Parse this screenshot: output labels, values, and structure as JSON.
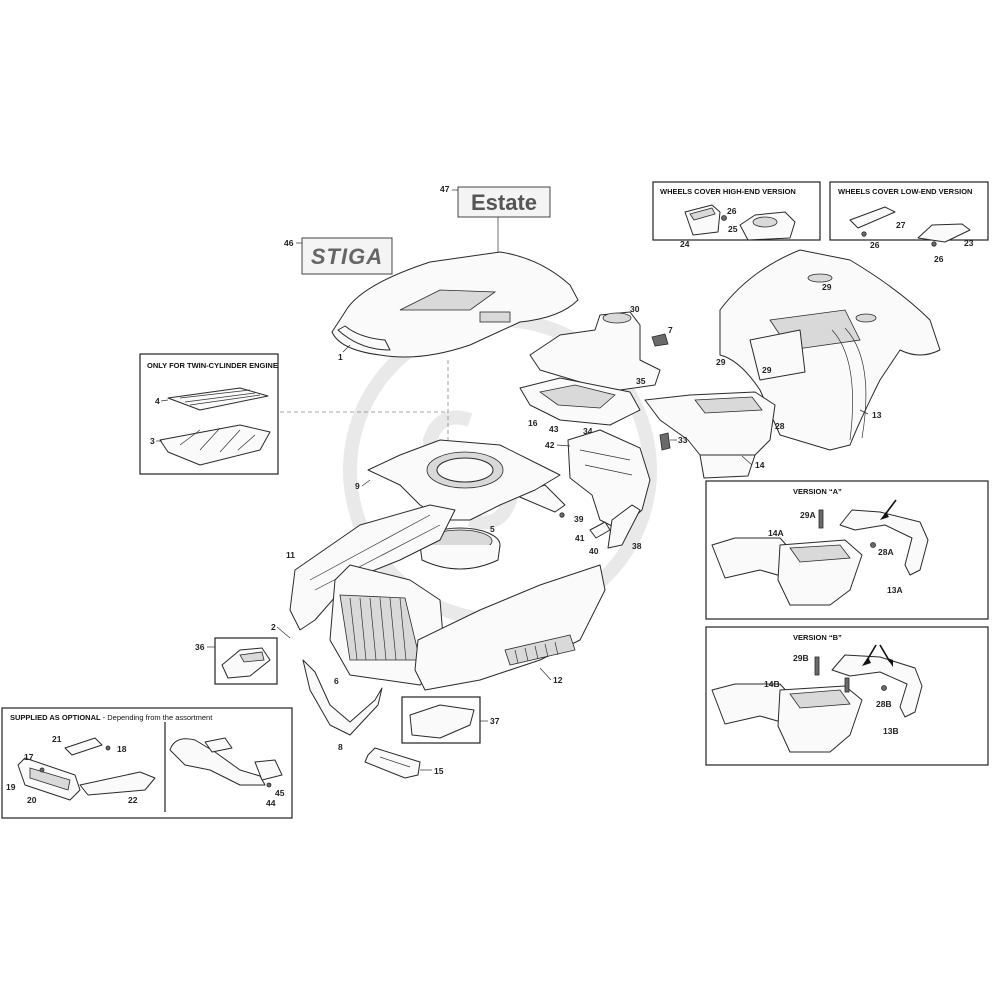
{
  "brand": {
    "logo_text": "STIGA",
    "model_badge": "Estate"
  },
  "sections": {
    "twin_cylinder": "ONLY FOR TWIN-CYLINDER ENGINE",
    "wheels_high": "WHEELS COVER HIGH-END VERSION",
    "wheels_low": "WHEELS COVER LOW-END VERSION",
    "version_a": "VERSION “A”",
    "version_b": "VERSION “B”",
    "optional_prefix": "SUPPLIED AS OPTIONAL",
    "optional_suffix": " - Depending from the assortment"
  },
  "parts": {
    "p1": "1",
    "p2": "2",
    "p3": "3",
    "p4": "4",
    "p5": "5",
    "p6": "6",
    "p7": "7",
    "p8": "8",
    "p9": "9",
    "p11": "11",
    "p12": "12",
    "p13": "13",
    "p14": "14",
    "p15": "15",
    "p16": "16",
    "p17": "17",
    "p18": "18",
    "p19": "19",
    "p20": "20",
    "p21": "21",
    "p22": "22",
    "p23": "23",
    "p24": "24",
    "p25": "25",
    "p26": "26",
    "p27": "27",
    "p28": "28",
    "p29": "29",
    "p30": "30",
    "p33": "33",
    "p34": "34",
    "p35": "35",
    "p36": "36",
    "p37": "37",
    "p38": "38",
    "p39": "39",
    "p40": "40",
    "p41": "41",
    "p42": "42",
    "p43": "43",
    "p44": "44",
    "p45": "45",
    "p46": "46",
    "p47": "47",
    "p13a": "13A",
    "p14a": "14A",
    "p28a": "28A",
    "p29a": "29A",
    "p13b": "13B",
    "p14b": "14B",
    "p28b": "28B",
    "p29b": "29B"
  }
}
